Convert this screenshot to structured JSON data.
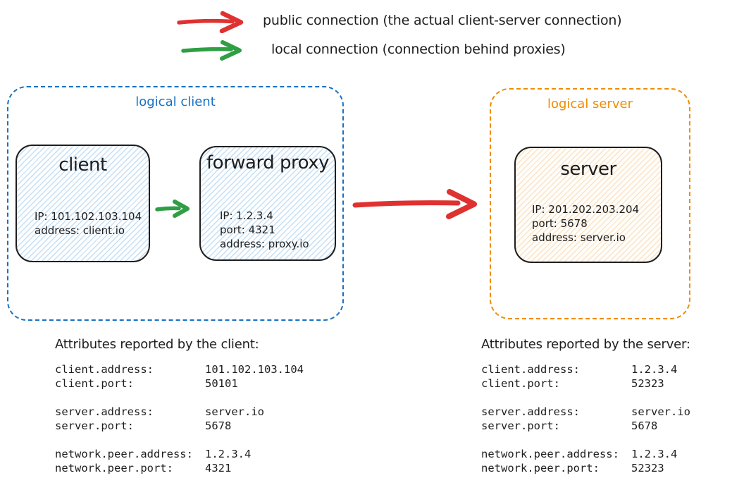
{
  "colors": {
    "public_connection_red": "#e03131",
    "local_connection_green": "#2f9e44",
    "logical_client_blue": "#1971c2",
    "logical_server_orange": "#f08c00",
    "node_stroke": "#1e1e1e"
  },
  "legend": {
    "public": {
      "label": "public connection (the actual client-server connection)"
    },
    "local": {
      "label": "local connection (connection behind proxies)"
    }
  },
  "diagram": {
    "logical_client": {
      "label": "logical client",
      "client_node": {
        "title": "client",
        "lines": [
          "IP: 101.102.103.104",
          "address: client.io"
        ]
      },
      "proxy_node": {
        "title": "forward proxy",
        "lines": [
          "IP: 1.2.3.4",
          "port: 4321",
          "address: proxy.io"
        ]
      }
    },
    "logical_server": {
      "label": "logical server",
      "server_node": {
        "title": "server",
        "lines": [
          "IP: 201.202.203.204",
          "port: 5678",
          "address: server.io"
        ]
      }
    }
  },
  "attributes": {
    "client": {
      "heading": "Attributes reported by the client:",
      "groups": [
        [
          {
            "key": "client.address:",
            "value": "101.102.103.104"
          },
          {
            "key": "client.port:",
            "value": "50101"
          }
        ],
        [
          {
            "key": "server.address:",
            "value": "server.io"
          },
          {
            "key": "server.port:",
            "value": "5678"
          }
        ],
        [
          {
            "key": "network.peer.address:",
            "value": "1.2.3.4"
          },
          {
            "key": "network.peer.port:",
            "value": "4321"
          }
        ]
      ]
    },
    "server": {
      "heading": "Attributes reported by the server:",
      "groups": [
        [
          {
            "key": "client.address:",
            "value": "1.2.3.4"
          },
          {
            "key": "client.port:",
            "value": "52323"
          }
        ],
        [
          {
            "key": "server.address:",
            "value": "server.io"
          },
          {
            "key": "server.port:",
            "value": "5678"
          }
        ],
        [
          {
            "key": "network.peer.address:",
            "value": "1.2.3.4"
          },
          {
            "key": "network.peer.port:",
            "value": "52323"
          }
        ]
      ]
    }
  }
}
